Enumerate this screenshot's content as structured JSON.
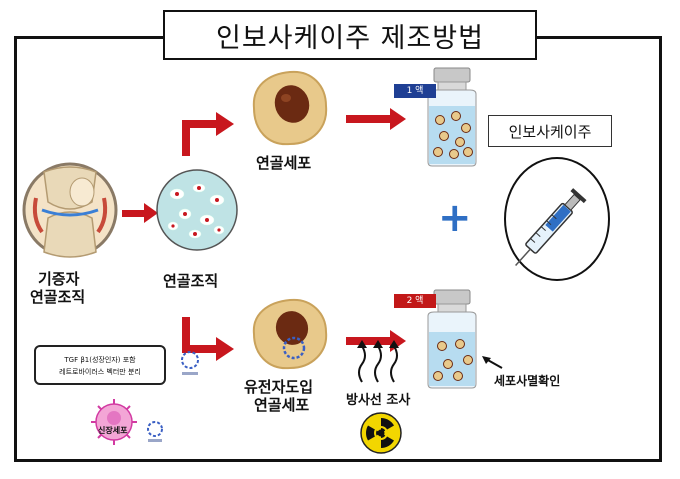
{
  "title": "인보사케이주 제조방법",
  "donor_label_line1": "기증자",
  "donor_label_line2": "연골조직",
  "tissue_label": "연골조직",
  "cell_label": "연골세포",
  "gm_cell_label_line1": "유전자도입",
  "gm_cell_label_line2": "연골세포",
  "vial1_tag": "1 액",
  "vial2_tag": "2 액",
  "result_label": "인보사케이주",
  "plus_sign": "+",
  "radiation_label": "방사선 조사",
  "cell_death_label": "세포사멸확인",
  "callout_line1": "TGF β1(성장인자) 포함",
  "callout_line2": "레트로바이러스 벡터만 분리",
  "growth_cell_label": "신장세포",
  "colors": {
    "arrow_red": "#c8171e",
    "tag_blue": "#1f3f94",
    "tag_red": "#c21818",
    "plus_blue": "#2f6fc4",
    "cell_tan": "#e8c98b",
    "nucleus": "#6b2a12",
    "radiation_yellow": "#f2d600"
  }
}
